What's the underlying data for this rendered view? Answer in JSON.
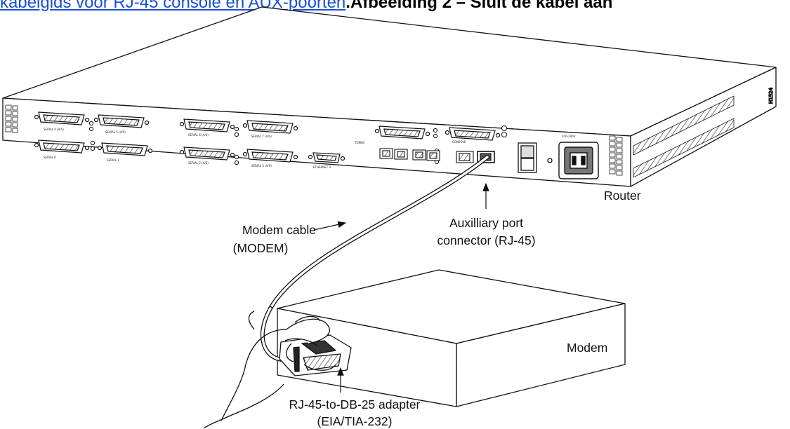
{
  "header": {
    "link_text": "kabelgids voor RJ-45 console en AUX-poorten",
    "caption_text": ".Afbeelding 2 – Sluit de kabel aan"
  },
  "labels": {
    "router": "Router",
    "modem_cable_line1": "Modem cable",
    "modem_cable_line2": "(MODEM)",
    "aux_port_line1": "Auxilliary port",
    "aux_port_line2": "connector (RJ-45)",
    "modem": "Modem",
    "adapter_line1": "RJ-45-to-DB-25 adapter",
    "adapter_line2": "(EIA/TIA-232)"
  },
  "colors": {
    "link": "#1a4fd6",
    "line_art": "#111111"
  }
}
